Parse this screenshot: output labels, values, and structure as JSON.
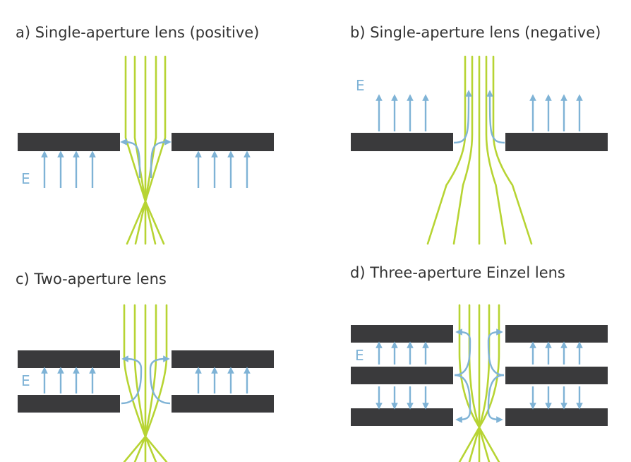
{
  "panels": [
    {
      "id": "a",
      "title": "a) Single-aperture lens (positive)"
    },
    {
      "id": "b",
      "title": "b) Single-aperture lens (negative)"
    },
    {
      "id": "c",
      "title": "c) Two-aperture lens"
    },
    {
      "id": "d",
      "title": "d) Three-aperture Einzel lens"
    }
  ],
  "field_label": "E",
  "colors": {
    "electrode": "#3a3a3c",
    "field": "#7fb3d6",
    "beam": "#b7d433",
    "text": "#333333"
  }
}
